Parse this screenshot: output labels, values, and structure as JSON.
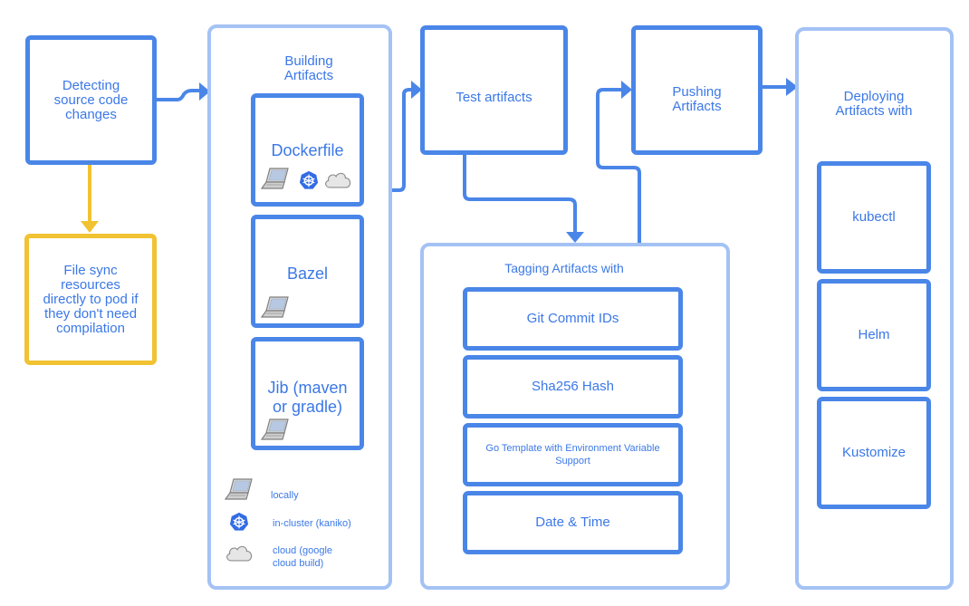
{
  "detect": {
    "label": "Detecting\nsource code\nchanges"
  },
  "filesync": {
    "label": "File sync\nresources\ndirectly to pod if\nthey don't need\ncompilation"
  },
  "build": {
    "title": "Building\nArtifacts",
    "items": [
      "Dockerfile",
      "Bazel",
      "Jib (maven\nor gradle)"
    ],
    "legend": [
      "locally",
      "in-cluster (kaniko)",
      "cloud (google\ncloud build)"
    ]
  },
  "test": {
    "label": "Test artifacts"
  },
  "push": {
    "label": "Pushing\nArtifacts"
  },
  "tag": {
    "title": "Tagging Artifacts with",
    "items": [
      "Git Commit IDs",
      "Sha256 Hash",
      "Go Template with Environment Variable\nSupport",
      "Date & Time"
    ]
  },
  "deploy": {
    "title": "Deploying\nArtifacts with",
    "items": [
      "kubectl",
      "Helm",
      "Kustomize"
    ]
  },
  "icons": {
    "laptop": "laptop-icon",
    "kubernetes": "kubernetes-icon",
    "cloud": "cloud-icon"
  },
  "colors": {
    "accent": "#4a86e8",
    "light": "#a4c2f4",
    "yellow": "#f1c232",
    "text": "#3b78e7"
  }
}
